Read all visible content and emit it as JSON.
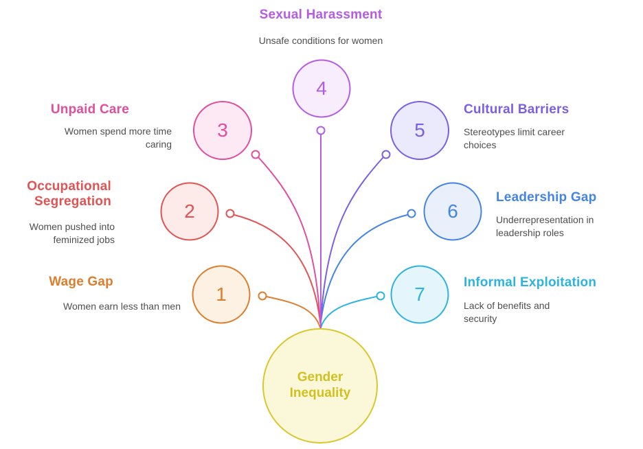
{
  "center": {
    "label": "Gender Inequality",
    "accent": "#d9c72e",
    "text_color": "#d2bf20",
    "fill": "#fbf8da"
  },
  "description_color": "#4e4e4e",
  "background": "#ffffff",
  "nodes": [
    {
      "number": "1",
      "title": "Wage Gap",
      "description": "Women earn less than men",
      "accent": "#dd7e2e",
      "fill": "#fdf1e3"
    },
    {
      "number": "2",
      "title": "Occupational Segregation",
      "description": "Women pushed into feminized jobs",
      "accent": "#e25353",
      "fill": "#fcebe9"
    },
    {
      "number": "3",
      "title": "Unpaid Care",
      "description": "Women spend more time caring",
      "accent": "#e04e9e",
      "fill": "#fce9f4"
    },
    {
      "number": "4",
      "title": "Sexual Harassment",
      "description": "Unsafe conditions for women",
      "accent": "#b45ce4",
      "fill": "#f8edfc"
    },
    {
      "number": "5",
      "title": "Cultural Barriers",
      "description": "Stereotypes limit career choices",
      "accent": "#7a5fe4",
      "fill": "#ebe9fc"
    },
    {
      "number": "6",
      "title": "Leadership Gap",
      "description": "Underrepresentation in leadership roles",
      "accent": "#4484e4",
      "fill": "#e9f0fc"
    },
    {
      "number": "7",
      "title": "Informal Exploitation",
      "description": "Lack of benefits and security",
      "accent": "#2cb3e0",
      "fill": "#e4f5fb"
    }
  ]
}
